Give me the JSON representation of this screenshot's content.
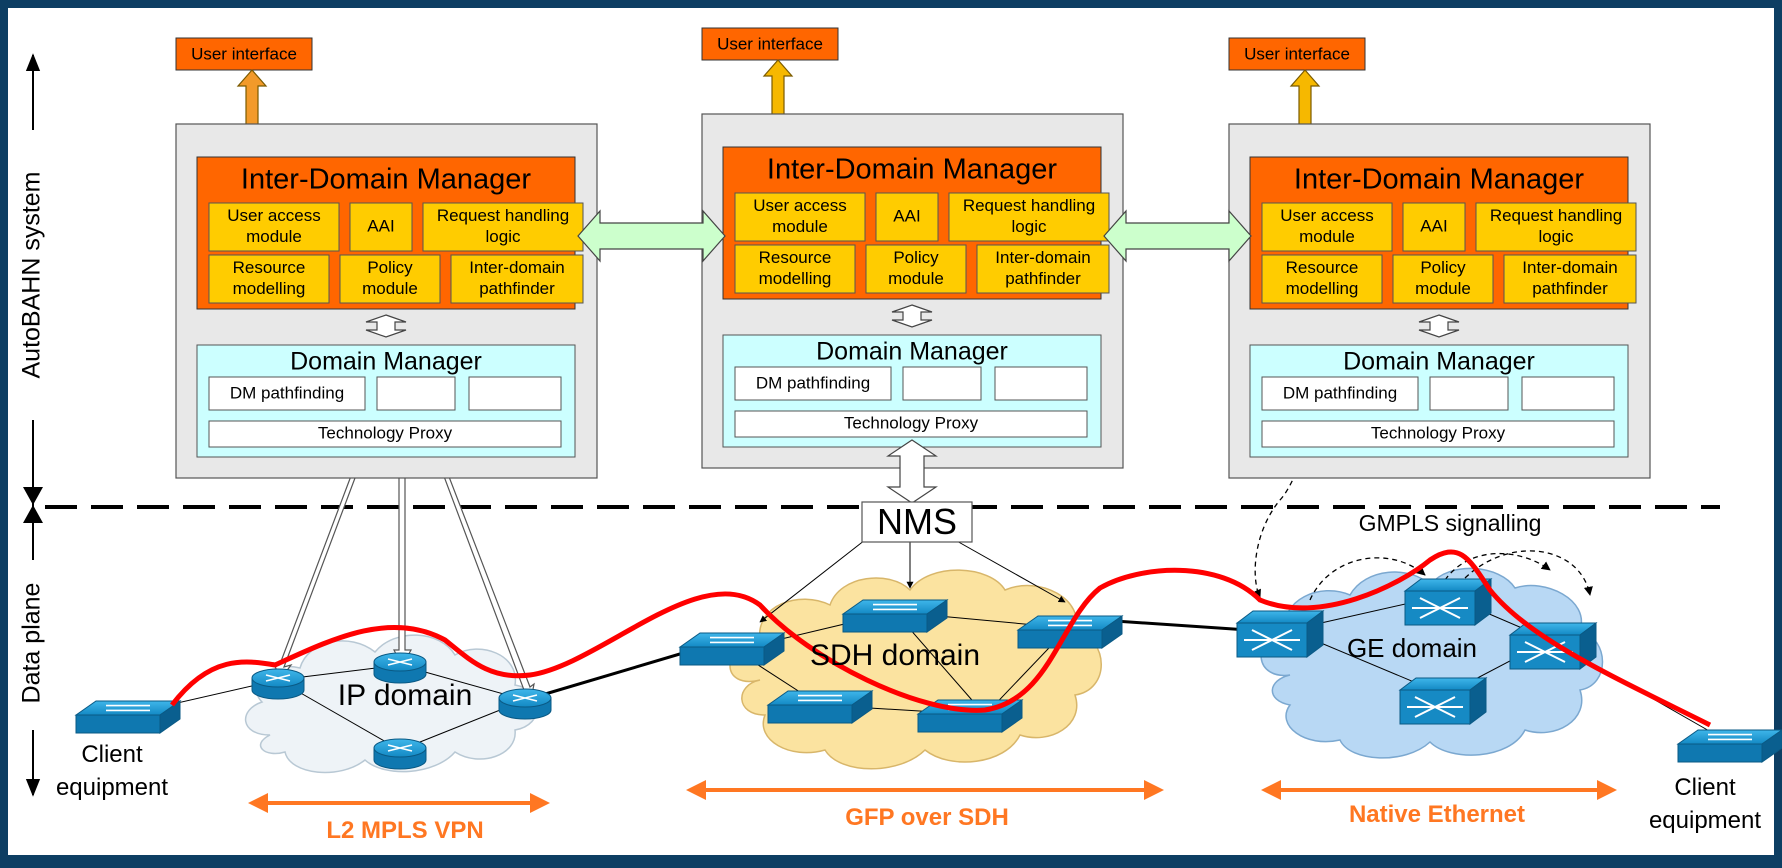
{
  "side_labels": {
    "system": "AutoBAHN system",
    "data_plane": "Data plane"
  },
  "domains": [
    {
      "user_interface": "User interface",
      "idm_title": "Inter-Domain Manager",
      "idm_modules": [
        "User access module",
        "AAI",
        "Request handling logic",
        "Resource modelling",
        "Policy module",
        "Inter-domain pathfinder"
      ],
      "dm_title": "Domain Manager",
      "dm_pathfinding": "DM pathfinding",
      "tech_proxy": "Technology Proxy"
    },
    {
      "user_interface": "User interface",
      "idm_title": "Inter-Domain Manager",
      "idm_modules": [
        "User access module",
        "AAI",
        "Request handling logic",
        "Resource modelling",
        "Policy module",
        "Inter-domain pathfinder"
      ],
      "dm_title": "Domain Manager",
      "dm_pathfinding": "DM pathfinding",
      "tech_proxy": "Technology Proxy"
    },
    {
      "user_interface": "User interface",
      "idm_title": "Inter-Domain Manager",
      "idm_modules": [
        "User access module",
        "AAI",
        "Request handling logic",
        "Resource modelling",
        "Policy module",
        "Inter-domain pathfinder"
      ],
      "dm_title": "Domain Manager",
      "dm_pathfinding": "DM pathfinding",
      "tech_proxy": "Technology Proxy"
    }
  ],
  "nms": "NMS",
  "gmpls": "GMPLS signalling",
  "clouds": [
    "IP domain",
    "SDH domain",
    "GE domain"
  ],
  "client_left": [
    "Client",
    "equipment"
  ],
  "client_right": [
    "Client",
    "equipment"
  ],
  "technologies": [
    "L2 MPLS VPN",
    "GFP over SDH",
    "Native Ethernet"
  ],
  "colors": {
    "background": "#0d3e63",
    "canvas": "#ffffff",
    "idm": "#ff6600",
    "module": "#ffcc00",
    "dm": "#ccffff",
    "server": "#e8e8e8",
    "path": "#ff0000",
    "tech_arrow": "#ff7722",
    "device": "#1a9bd7",
    "cloud_ip": "#eef3f7",
    "cloud_sdh": "#fbe3a0",
    "cloud_ge": "#b8d8f4"
  }
}
